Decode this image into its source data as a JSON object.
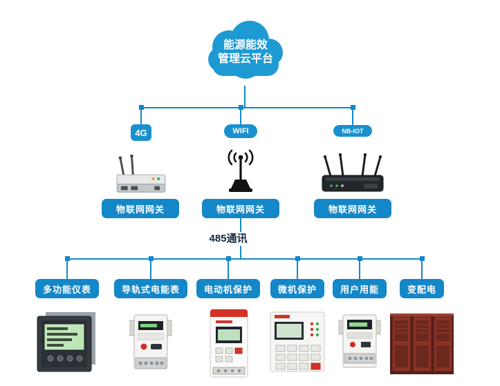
{
  "cloud": {
    "line1": "能源能效",
    "line2": "管理云平台"
  },
  "bus_label": "485通讯",
  "gateways": [
    {
      "badge": "4G",
      "label": "物联网网关",
      "device_icon": "4g-router-icon"
    },
    {
      "badge": "WIFI",
      "label": "物联网网关",
      "device_icon": "wifi-antenna-icon"
    },
    {
      "badge": "NB-IOT",
      "label": "物联网网关",
      "device_icon": "nbiot-router-icon"
    }
  ],
  "terminals": [
    {
      "label": "多功能仪表",
      "image": "multifunction-meter"
    },
    {
      "label": "导轨式电能表",
      "image": "din-rail-energy-meter"
    },
    {
      "label": "电动机保护",
      "image": "motor-protection-device"
    },
    {
      "label": "微机保护",
      "image": "microcomputer-protection-device"
    },
    {
      "label": "用户用能",
      "image": "user-energy-meter"
    },
    {
      "label": "变配电",
      "image": "power-distribution-cabinet"
    }
  ],
  "colors": {
    "accent": "#1487c8",
    "cloud": "#1e9ad2",
    "bus_label_text": "#14273f"
  }
}
